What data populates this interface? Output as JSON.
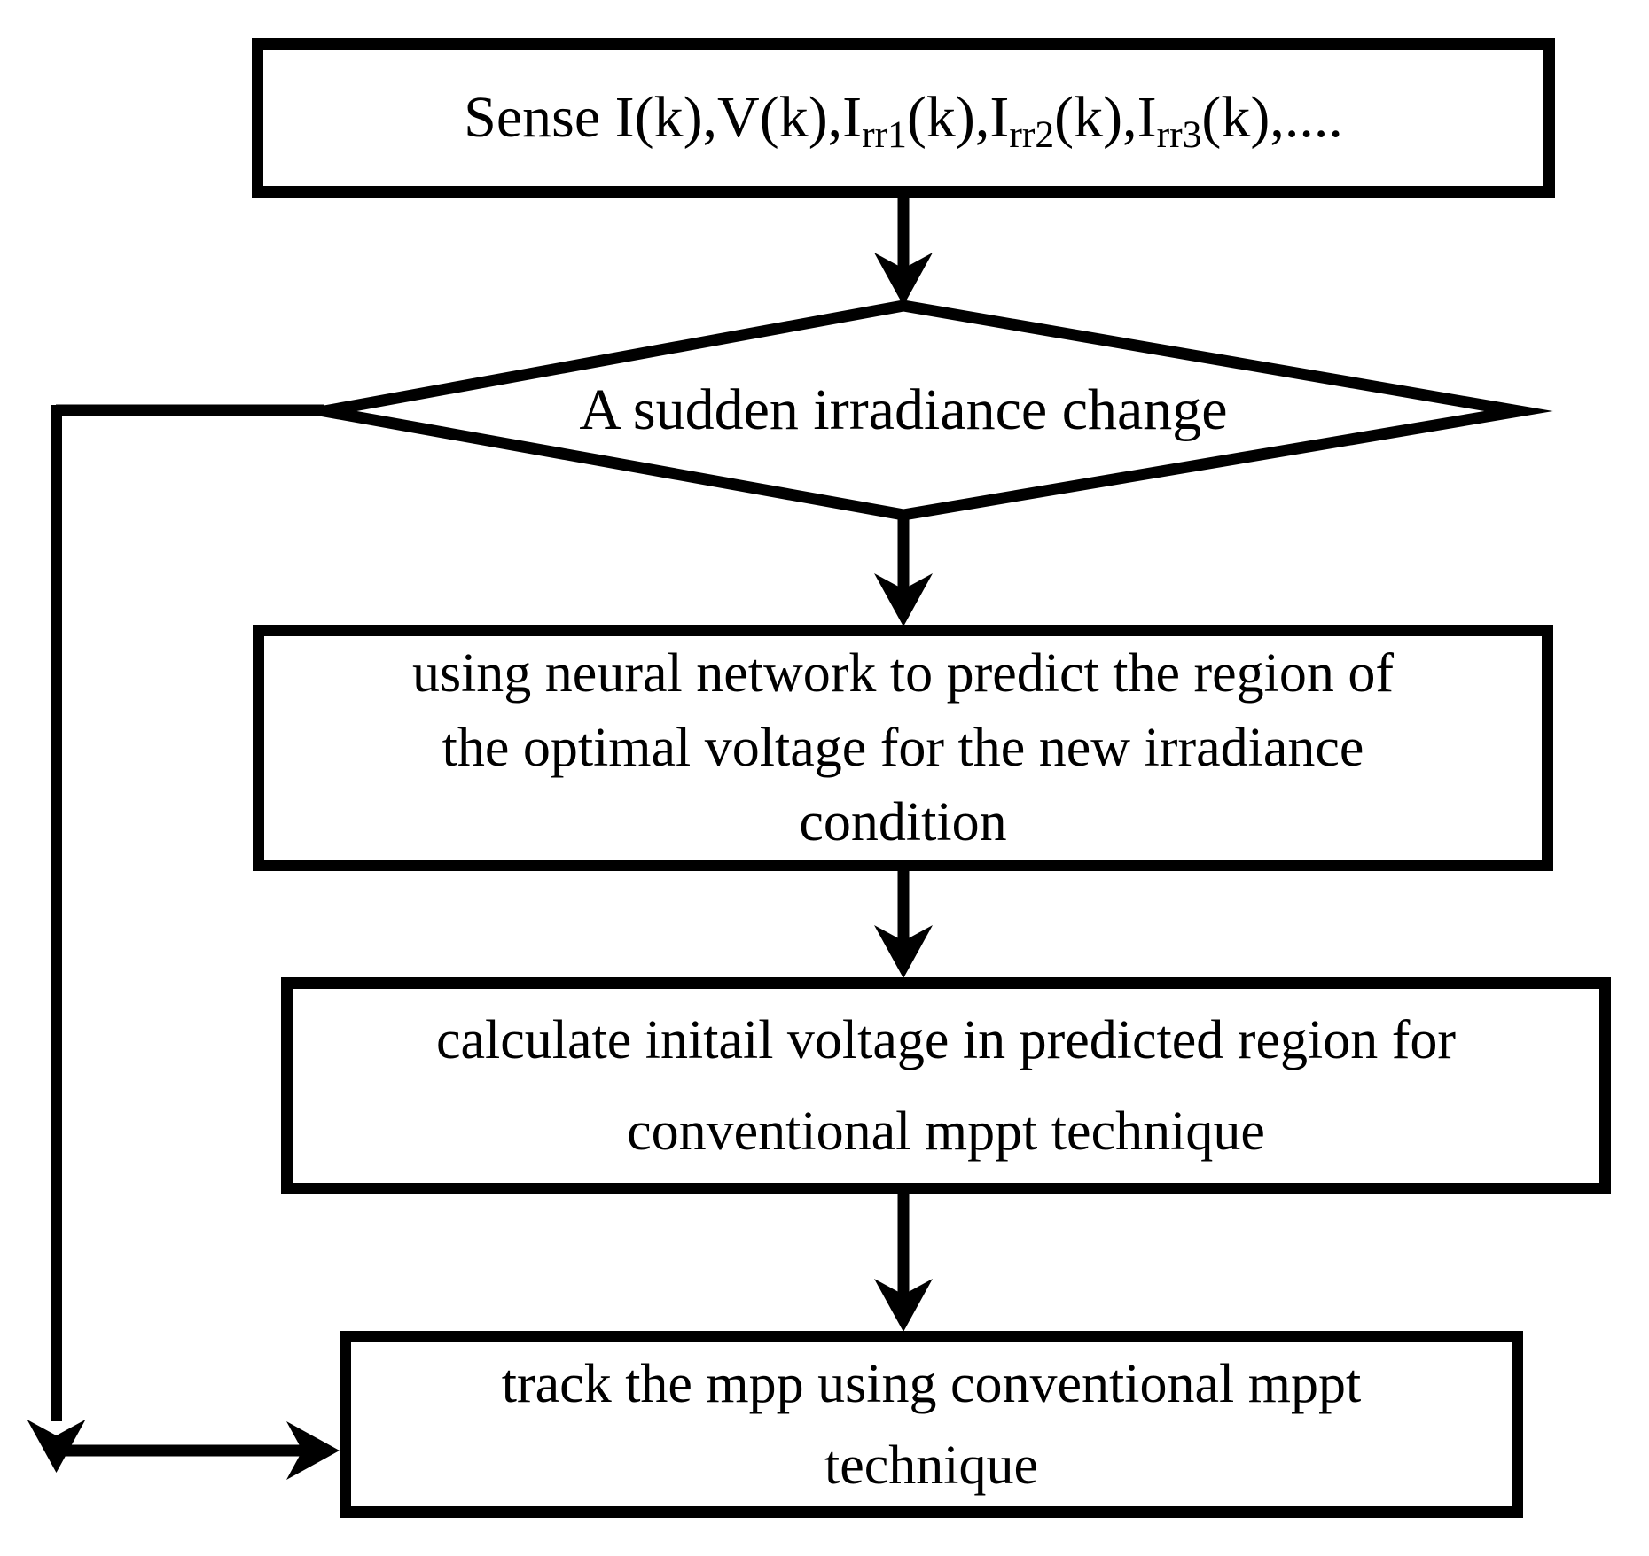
{
  "colors": {
    "ink": "#000000",
    "paper": "#ffffff"
  },
  "flowchart": {
    "sense_box": {
      "segments": [
        {
          "text": "Sense I(k),V(k),I"
        },
        {
          "sub": "rr1"
        },
        {
          "text": "(k),I"
        },
        {
          "sub": "rr2"
        },
        {
          "text": "(k),I"
        },
        {
          "sub": "rr3"
        },
        {
          "text": "(k),...."
        }
      ]
    },
    "decision": {
      "label": "A sudden irradiance change"
    },
    "nn_box": {
      "lines": [
        "using neural network to predict the region of",
        "the optimal voltage for the new irradiance",
        "condition"
      ]
    },
    "calc_box": {
      "lines": [
        "calculate initail voltage in predicted region for",
        "conventional mppt technique"
      ]
    },
    "track_box": {
      "lines": [
        "track the mpp using conventional mppt",
        "technique"
      ]
    }
  }
}
